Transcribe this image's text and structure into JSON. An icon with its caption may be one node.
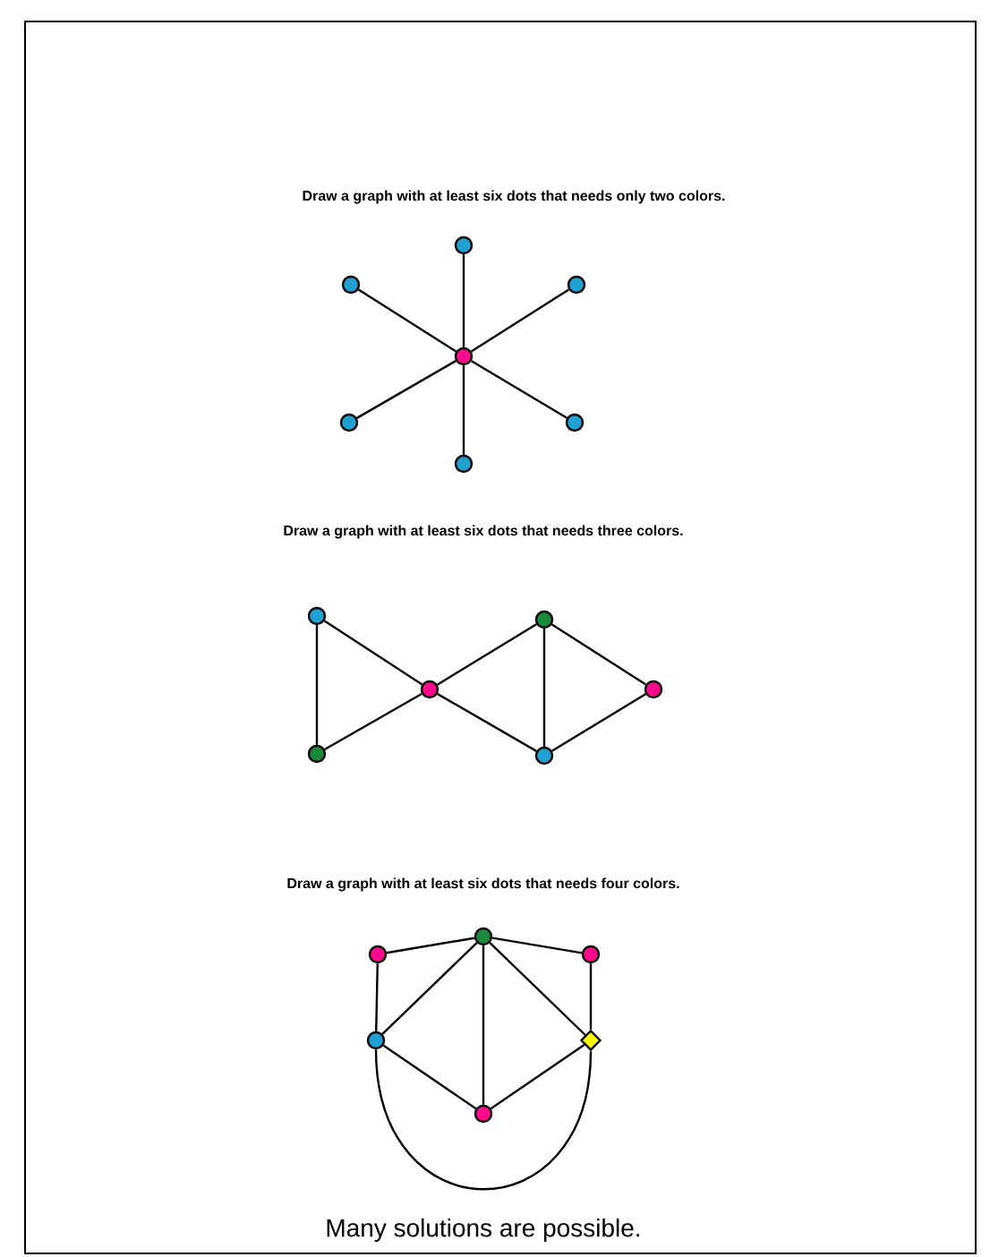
{
  "diagram": {
    "nodes": [
      {
        "text": [],
        "shape": "circle"
      },
      {
        "text": [],
        "shape": "circle"
      },
      {
        "text": [],
        "shape": "circle"
      },
      {
        "text": [],
        "shape": "circle"
      },
      {
        "text": [],
        "shape": "circle"
      },
      {
        "text": [],
        "shape": "circle"
      },
      {
        "text": [],
        "shape": "circle"
      },
      {
        "text": [],
        "shape": "circle"
      },
      {
        "text": [],
        "shape": "circle"
      },
      {
        "text": [],
        "shape": "circle"
      },
      {
        "text": [],
        "shape": "circle"
      },
      {
        "text": [],
        "shape": "circle"
      },
      {
        "text": [],
        "shape": "circle"
      },
      {
        "text": [],
        "shape": "circle"
      },
      {
        "text": [],
        "shape": "circle"
      },
      {
        "text": [],
        "shape": "circle"
      },
      {
        "text": [],
        "shape": "circle"
      },
      {
        "text": [],
        "shape": "diamond"
      },
      {
        "text": [],
        "shape": "circle"
      }
    ],
    "edges": [
      {
        "from": 0,
        "to": 1,
        "arrow": "none"
      },
      {
        "from": 0,
        "to": 2,
        "arrow": "none"
      },
      {
        "from": 0,
        "to": 3,
        "arrow": "none"
      },
      {
        "from": 0,
        "to": 4,
        "arrow": "none"
      },
      {
        "from": 0,
        "to": 5,
        "arrow": "none"
      },
      {
        "from": 0,
        "to": 6,
        "arrow": "none"
      },
      {
        "from": 7,
        "to": 9,
        "arrow": "none"
      },
      {
        "from": 7,
        "to": 8,
        "arrow": "none"
      },
      {
        "from": 8,
        "to": 9,
        "arrow": "none"
      },
      {
        "from": 9,
        "to": 10,
        "arrow": "none"
      },
      {
        "from": 9,
        "to": 11,
        "arrow": "none"
      },
      {
        "from": 10,
        "to": 11,
        "arrow": "none"
      },
      {
        "from": 10,
        "to": 12,
        "arrow": "none"
      },
      {
        "from": 11,
        "to": 12,
        "arrow": "none"
      },
      {
        "from": 13,
        "to": 14,
        "arrow": "none"
      },
      {
        "from": 14,
        "to": 15,
        "arrow": "none"
      },
      {
        "from": 13,
        "to": 16,
        "arrow": "none"
      },
      {
        "from": 15,
        "to": 17,
        "arrow": "none"
      },
      {
        "from": 14,
        "to": 16,
        "arrow": "none"
      },
      {
        "from": 14,
        "to": 18,
        "arrow": "none"
      },
      {
        "from": 14,
        "to": 17,
        "arrow": "none"
      },
      {
        "from": 16,
        "to": 18,
        "arrow": "none"
      },
      {
        "from": 17,
        "to": 18,
        "arrow": "none"
      },
      {
        "from": 16,
        "to": 17,
        "arrow": "none"
      }
    ],
    "labels": [
      "Draw a graph with at least six dots that needs only two colors.",
      "Draw a graph with at least six dots that needs three colors.",
      "Draw a graph with at least six dots that needs four colors.",
      "Many solutions are possible."
    ]
  }
}
